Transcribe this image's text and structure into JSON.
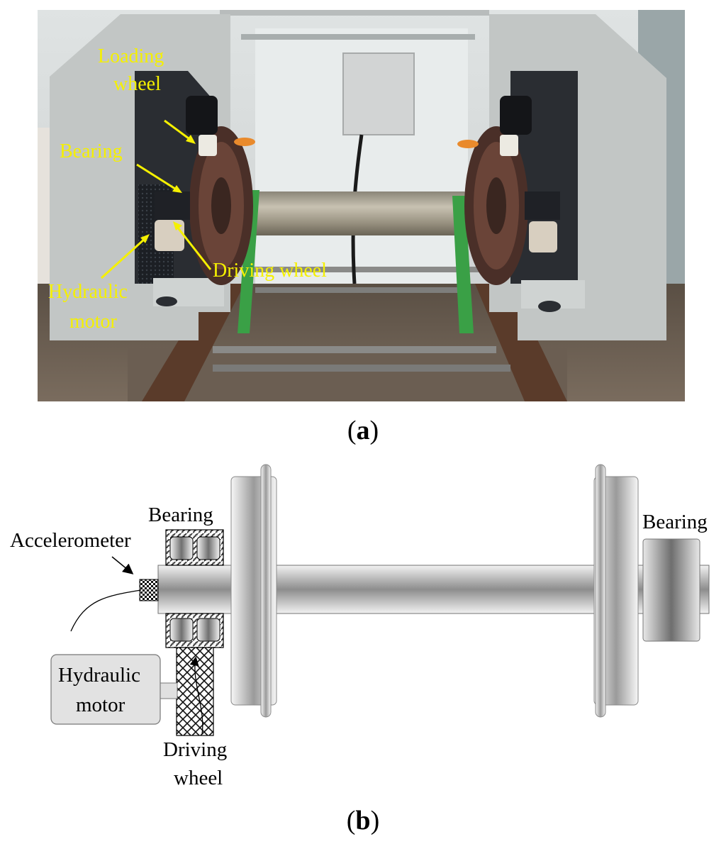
{
  "panel_a": {
    "labels": {
      "loading_wheel_1": "Loading",
      "loading_wheel_2": "wheel",
      "bearing": "Bearing",
      "driving_wheel": "Driving wheel",
      "hydraulic_motor_1": "Hydraulic",
      "hydraulic_motor_2": "motor"
    },
    "caption": {
      "open": "(",
      "letter": "a",
      "close": ")"
    },
    "colors": {
      "label": "#f5f000",
      "arrow": "#f5f000"
    }
  },
  "panel_b": {
    "labels": {
      "bearing_left": "Bearing",
      "bearing_right": "Bearing",
      "accelerometer": "Accelerometer",
      "hydraulic_motor_1": "Hydraulic",
      "hydraulic_motor_2": "motor",
      "driving_wheel_1": "Driving",
      "driving_wheel_2": "wheel"
    },
    "caption": {
      "open": "(",
      "letter": "b",
      "close": ")"
    }
  }
}
